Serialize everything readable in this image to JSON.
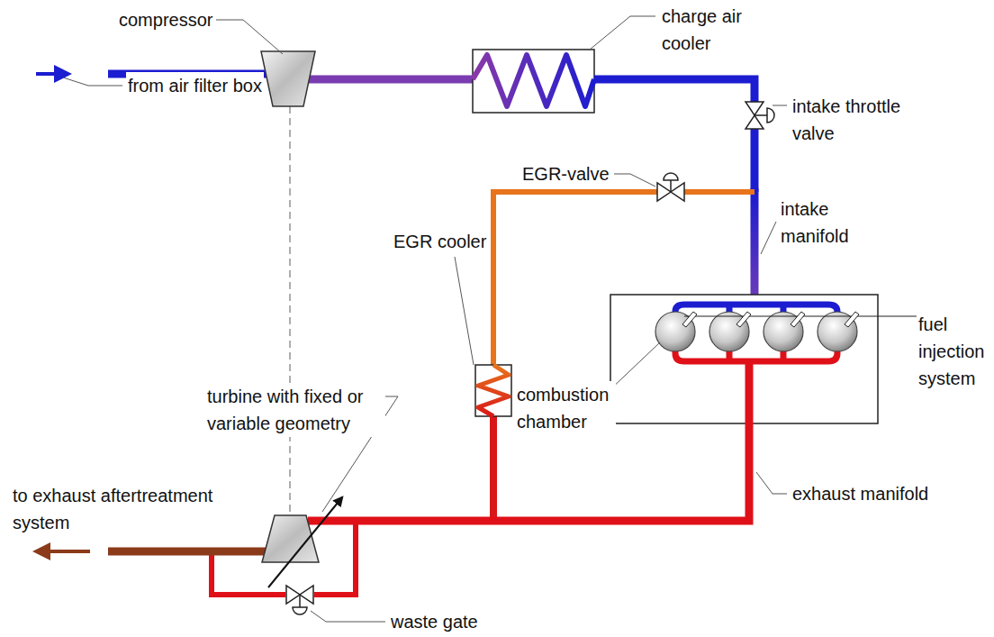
{
  "diagram": {
    "labels": [
      "compressor",
      "charge air cooler",
      "from air filter box",
      "intake throttle valve",
      "EGR-valve",
      "intake manifold",
      "fuel injection system",
      "EGR cooler",
      "combustion chamber",
      "turbine with fixed or variable geometry",
      "to exhaust aftertreatment system",
      "exhaust manifold",
      "waste gate"
    ]
  }
}
